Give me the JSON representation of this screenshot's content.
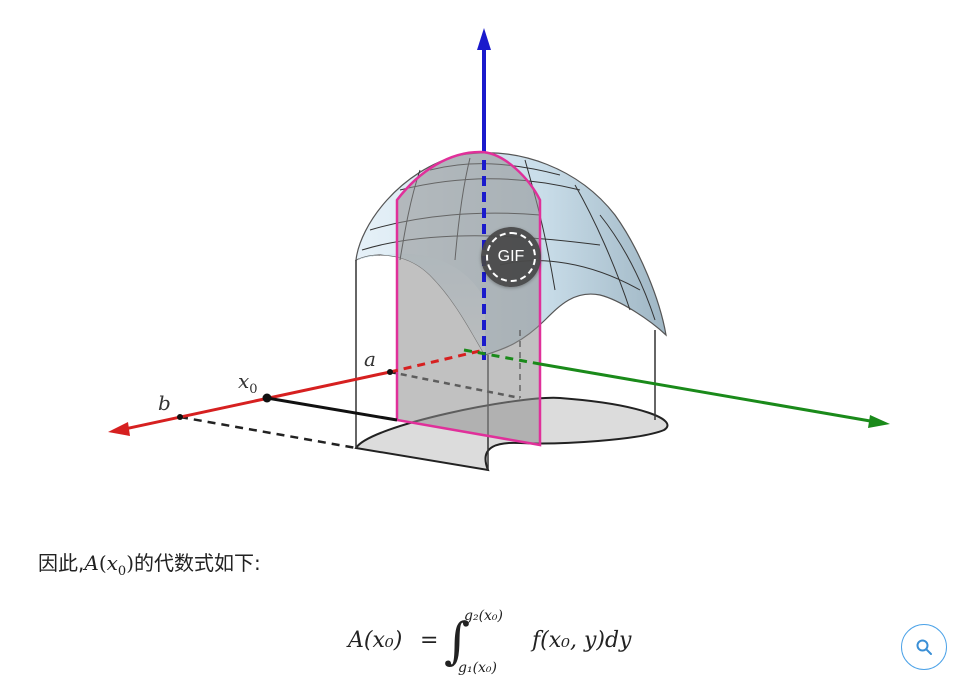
{
  "figure": {
    "labels": {
      "a": "a",
      "b": "b",
      "x0": "x",
      "x0_sub": "0"
    },
    "badge": "GIF",
    "colors": {
      "x_axis": "#d62020",
      "y_axis": "#1a8a1a",
      "z_axis": "#1a1acc",
      "slice_edge": "#e0309a",
      "surface": "#cfe2ee"
    }
  },
  "text": {
    "prefix": "因此,",
    "math_A": "A",
    "math_x": "x",
    "math_sub0": "0",
    "suffix": "的代数式如下:"
  },
  "formula": {
    "lhs": "A(x₀)",
    "eq": "=",
    "integral": "∫",
    "upper": "g₂(x₀)",
    "lower": "g₁(x₀)",
    "integrand": "f(x₀, y)dy"
  },
  "search": {
    "icon": "search-icon"
  }
}
